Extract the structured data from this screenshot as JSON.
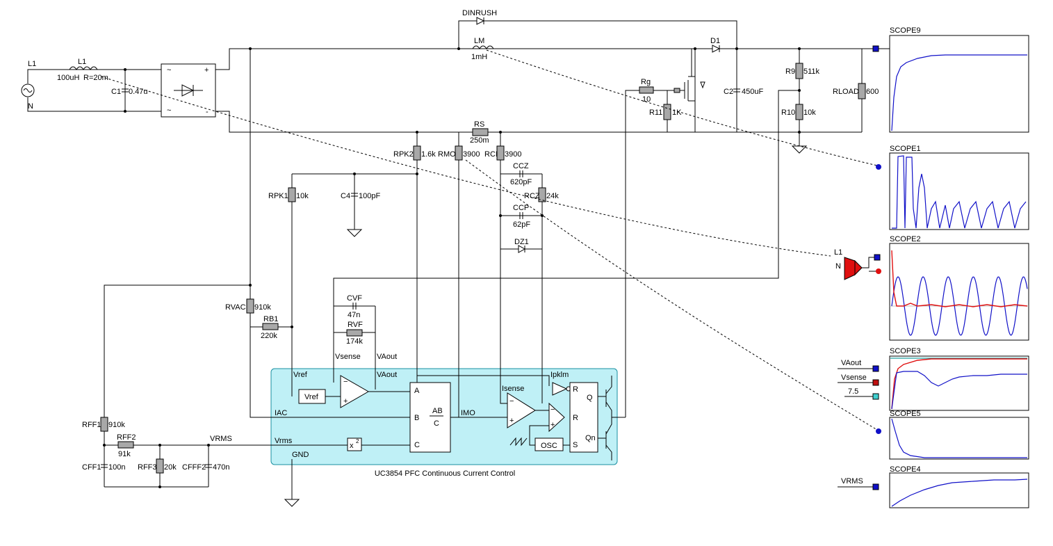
{
  "components": {
    "L1_src": {
      "name": "L1",
      "pin": "N"
    },
    "L1_ind": {
      "name": "L1",
      "value": "100uH",
      "extra": "R=20m"
    },
    "C1": {
      "name": "C1",
      "value": "0.47u"
    },
    "DINRUSH": {
      "name": "DINRUSH"
    },
    "LM": {
      "name": "LM",
      "value": "1mH"
    },
    "D1": {
      "name": "D1"
    },
    "Rg": {
      "name": "Rg",
      "value": "10"
    },
    "R11": {
      "name": "R11",
      "value": "1K"
    },
    "C2": {
      "name": "C2",
      "value": "450uF"
    },
    "R9": {
      "name": "R9",
      "value": "511k"
    },
    "R10": {
      "name": "R10",
      "value": "10k"
    },
    "RLOAD": {
      "name": "RLOAD",
      "value": "600"
    },
    "RS": {
      "name": "RS",
      "value": "250m"
    },
    "RPK2": {
      "name": "RPK2",
      "value": "1.6k"
    },
    "RMO": {
      "name": "RMO",
      "value": "3900"
    },
    "RCI": {
      "name": "RCI",
      "value": "3900"
    },
    "CCZ": {
      "name": "CCZ",
      "value": "620pF"
    },
    "RCZ": {
      "name": "RCZ",
      "value": "24k"
    },
    "CCP": {
      "name": "CCP",
      "value": "62pF"
    },
    "DZ1": {
      "name": "DZ1"
    },
    "RPK1": {
      "name": "RPK1",
      "value": "10k"
    },
    "C4": {
      "name": "C4",
      "value": "100pF"
    },
    "CVF": {
      "name": "CVF",
      "value": "47n"
    },
    "RVF": {
      "name": "RVF",
      "value": "174k"
    },
    "RVAC": {
      "name": "RVAC",
      "value": "910k"
    },
    "RB1": {
      "name": "RB1",
      "value": "220k"
    },
    "RFF1": {
      "name": "RFF1",
      "value": "910k"
    },
    "RFF2": {
      "name": "RFF2",
      "value": "91k"
    },
    "CFF1": {
      "name": "CFF1",
      "value": "100n"
    },
    "RFF3": {
      "name": "RFF3",
      "value": "20k"
    },
    "CFFF2": {
      "name": "CFFF2",
      "value": "470n"
    }
  },
  "ic": {
    "caption": "UC3854 PFC Continuous Current Control",
    "pins": {
      "vref": "Vref",
      "iac": "IAC",
      "vrms": "Vrms",
      "gnd": "GND",
      "vsense": "Vsense",
      "vaout": "VAout",
      "isense": "Isense",
      "ipklm": "Ipklm",
      "imo": "IMO"
    },
    "vref_block": "Vref",
    "mult": {
      "a": "A",
      "b": "B",
      "c": "C",
      "num": "AB",
      "den": "C"
    },
    "square": {
      "base": "x",
      "exp": "2"
    },
    "osc": "OSC",
    "ff": {
      "r1": "R",
      "r2": "R",
      "s": "S",
      "q": "Q",
      "qn": "Qn"
    },
    "opamp_signs": {
      "minus": "−",
      "plus": "+"
    }
  },
  "nets": {
    "vaout": "VAout",
    "vsense": "Vsense",
    "vrms": "VRMS",
    "const": "7.5"
  },
  "probe": {
    "l": "L1",
    "n": "N"
  },
  "bridge": {
    "ac1": "~",
    "ac2": "~",
    "pos": "+",
    "neg": "-"
  },
  "scopes": {
    "scope9": {
      "title": "SCOPE9"
    },
    "scope1": {
      "title": "SCOPE1"
    },
    "scope2": {
      "title": "SCOPE2"
    },
    "scope3": {
      "title": "SCOPE3"
    },
    "scope5": {
      "title": "SCOPE5"
    },
    "scope4": {
      "title": "SCOPE4"
    }
  },
  "colors": {
    "ic_fill": "#bff0f6",
    "ic_border": "#1a8fa0",
    "trace_blue": "#1010c8",
    "trace_red": "#e01010",
    "probe_red": "#e01010"
  }
}
